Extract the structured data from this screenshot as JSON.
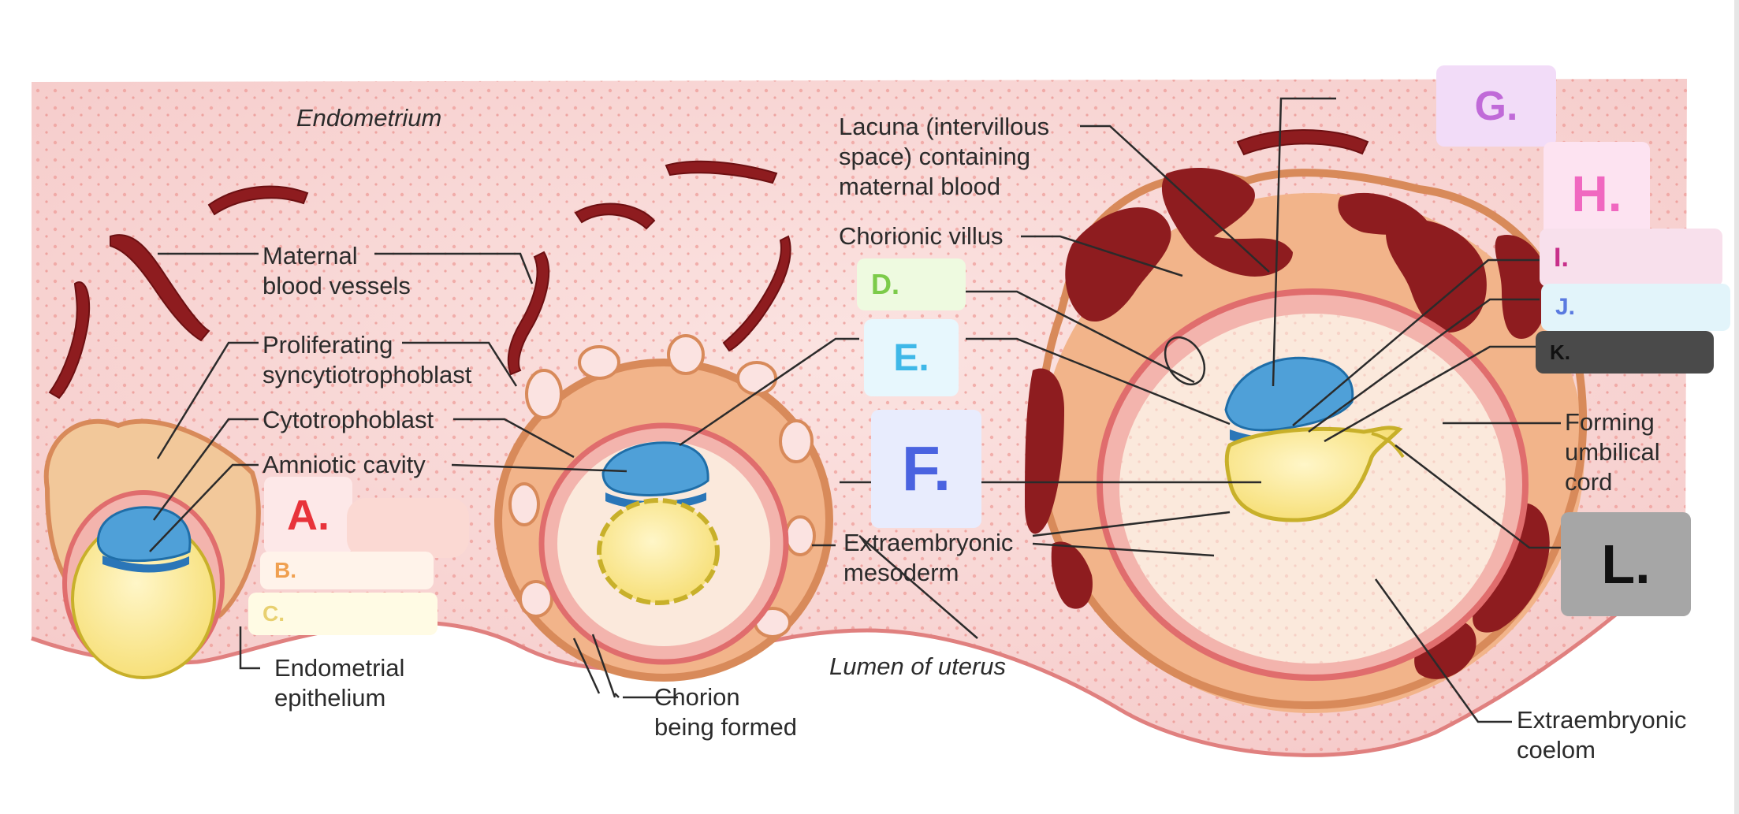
{
  "labels": {
    "endometrium": "Endometrium",
    "maternal_vessels_1": "Maternal",
    "maternal_vessels_2": "blood vessels",
    "proliferating_1": "Proliferating",
    "proliferating_2": "syncytiotrophoblast",
    "cytotrophoblast": "Cytotrophoblast",
    "amniotic_cavity": "Amniotic cavity",
    "endometrial_epi_1": "Endometrial",
    "endometrial_epi_2": "epithelium",
    "chorion_1": "Chorion",
    "chorion_2": "being formed",
    "lumen": "Lumen of uterus",
    "extraemb_meso_1": "Extraembryonic",
    "extraemb_meso_2": "mesoderm",
    "lacuna_1": "Lacuna (intervillous",
    "lacuna_2": "space) containing",
    "lacuna_3": "maternal blood",
    "chorionic_villus": "Chorionic villus",
    "umbilical_1": "Forming",
    "umbilical_2": "umbilical",
    "umbilical_3": "cord",
    "coelom_1": "Extraembryonic",
    "coelom_2": "coelom"
  },
  "answer_boxes": {
    "A": "A.",
    "B": "B.",
    "C": "C.",
    "D": "D.",
    "E": "E.",
    "F": "F.",
    "G": "G.",
    "H": "H.",
    "I": "I.",
    "J": "J.",
    "K": "K.",
    "L": "L."
  },
  "colors": {
    "A": "#e8333a",
    "B": "#f0a050",
    "C": "#e8d070",
    "D": "#7ccb4a",
    "E": "#3fb8e8",
    "F": "#4a63e0",
    "G": "#c06ad8",
    "H": "#f068c0",
    "I": "#c8308a",
    "J": "#5a7ae0",
    "K": "#111111",
    "L": "#111111"
  }
}
